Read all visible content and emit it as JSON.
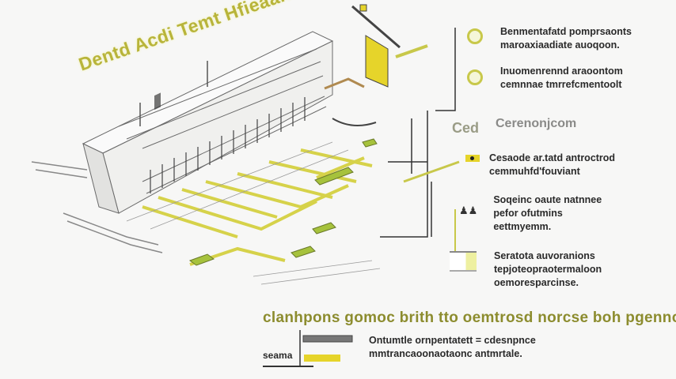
{
  "title": "Dentd Acdi  Temt Hfieaan",
  "legend": {
    "items": [
      {
        "lines": [
          "Benmentafatd pomprsaonts",
          "maroaxiaadiate auoqoon."
        ],
        "icon": "ring-icon"
      },
      {
        "lines": [
          "Inuomenrennd araoontom",
          "cemnnae tmrrefcmentoolt"
        ],
        "icon": "ring-icon"
      },
      {
        "lines": [
          "Cesaode ar.tatd antroctrod",
          "cemmuhfd'fouviant"
        ],
        "icon": "connector-icon"
      },
      {
        "lines": [
          "Soqeinc oaute natnnee",
          "pefor ofutmins",
          "eettmyemm."
        ],
        "icon": "people-icon"
      },
      {
        "lines": [
          "Seratota auvoranions",
          "tepjoteopraotermaloon",
          "oemoresparcinse."
        ],
        "icon": "panel-icon"
      }
    ],
    "section_heading": "Cerenonjcom",
    "section_label": "Ced"
  },
  "bottom": {
    "heading": "clanhpons gomoc brith tto oemtrosd norcse boh pgenno",
    "label": "seama",
    "lines": [
      "Ontumtle ornpentatett = cdesnpnce",
      "mmtrancaoonaotaonc antmrtale."
    ]
  },
  "colors": {
    "accent": "#c8c84a",
    "yellow": "#e6d42a",
    "line": "#555555"
  }
}
